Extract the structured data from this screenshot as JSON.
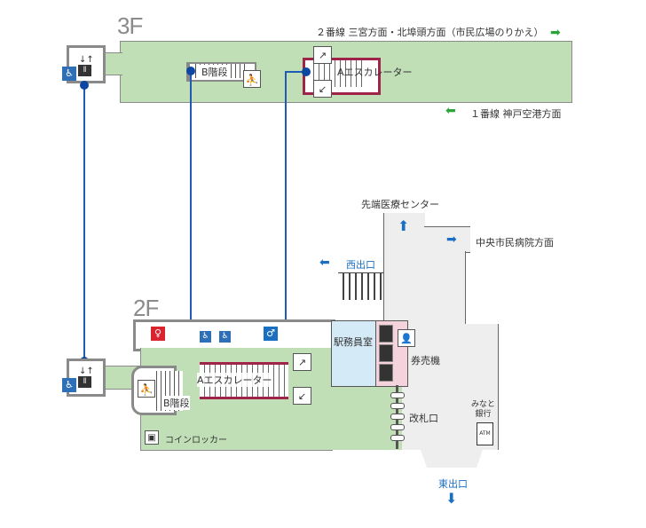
{
  "floors": {
    "f3": {
      "label": "3F"
    },
    "f2": {
      "label": "2F"
    }
  },
  "f3": {
    "track2": "２番線 三宮方面・北埠頭方面（市民広場のりかえ）",
    "track1": "１番線 神戸空港方面",
    "stairs_b": "B階段",
    "escalator_a": "Aエスカレーター"
  },
  "f2": {
    "stairs_b": "B階段",
    "escalator_a": "Aエスカレーター",
    "station_office": "駅務員室",
    "ticket_machines": "券売機",
    "ticket_gate": "改札口",
    "coin_locker": "コインロッカー",
    "bank": "みなと\n銀行",
    "atm": "ATM",
    "west_exit": "西出口",
    "east_exit": "東出口",
    "medical_center": "先端医療センター",
    "hospital": "中央市民病院方面"
  },
  "colors": {
    "platform": "#c0dfb6",
    "concourse": "#eeeeee",
    "route_line": "#1e5bb5",
    "arrow_green": "#2aa53a",
    "arrow_blue": "#1a6fc2",
    "office": "#d5eaf7",
    "escalator_frame": "#a0234a",
    "women_icon": "#d9232e",
    "men_icon": "#1a6fc2"
  }
}
